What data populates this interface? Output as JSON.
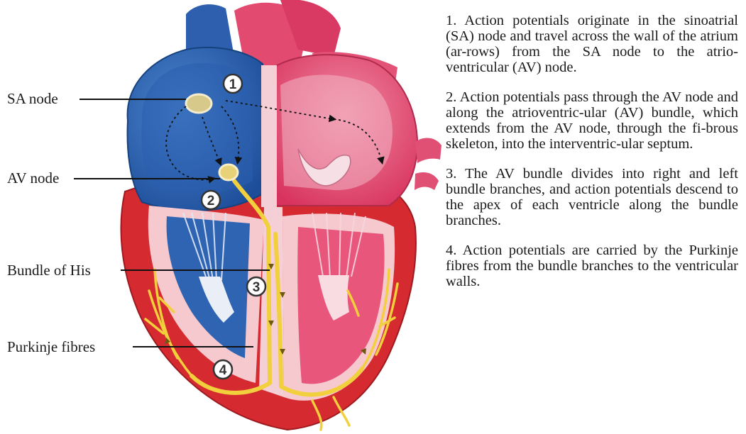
{
  "labels": {
    "sa_node": "SA node",
    "av_node": "AV node",
    "bundle_of_his": "Bundle of His",
    "purkinje_fibres": "Purkinje fibres"
  },
  "step_markers": [
    "1",
    "2",
    "3",
    "4"
  ],
  "steps": [
    "1. Action potentials originate in the sinoatrial (SA) node and travel across the wall of the atrium (ar-rows) from the SA node to the atrio-ventricular (AV) node.",
    "2. Action potentials pass through the AV node and along the atrioventric-ular (AV) bundle, which extends from the AV node, through the fi-brous skeleton, into the interventric-ular septum.",
    "3. The AV bundle divides into right and left bundle branches, and action potentials descend to the apex of each ventricle along the bundle branches.",
    "4. Action potentials are carried by the Purkinje fibres from the bundle branches to the ventricular walls."
  ],
  "colors": {
    "right_heart": "#2f64b3",
    "left_heart": "#e0476e",
    "myocardium": "#d9242b",
    "conduction": "#f2cf3c",
    "chamber_lining": "#f6c9cf"
  }
}
